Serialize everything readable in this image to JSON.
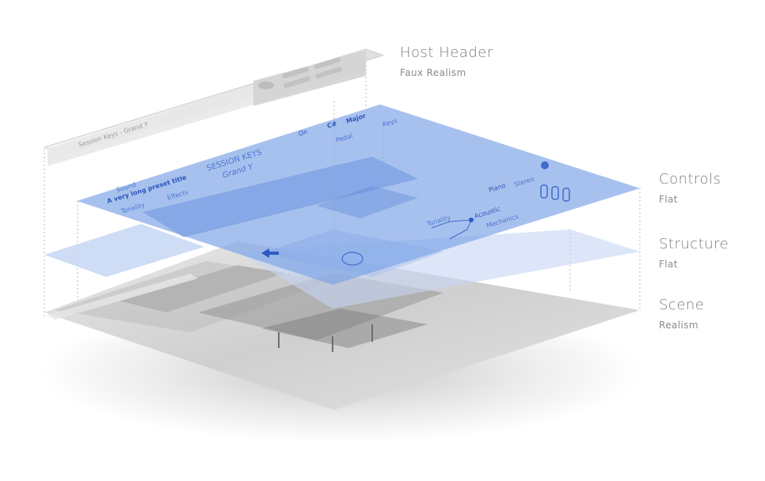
{
  "layers": [
    {
      "id": "host-header",
      "title": "Host Header",
      "subtitle": "Faux Realism"
    },
    {
      "id": "controls",
      "title": "Controls",
      "subtitle": "Flat"
    },
    {
      "id": "structure",
      "title": "Structure",
      "subtitle": "Flat"
    },
    {
      "id": "scene",
      "title": "Scene",
      "subtitle": "Realism"
    }
  ],
  "controls_ui": {
    "brand_line1": "SESSION KEYS",
    "brand_line2": "Grand Y",
    "preset_name": "A very long preset title",
    "sound_label": "Sound",
    "tonality_label": "Tonality",
    "effects_label": "Effects",
    "on_label": "On",
    "key_label": "C#",
    "scale_label": "Major",
    "voices_label": "Keys",
    "pedal_label": "Pedal",
    "stereo_label": "Stereo",
    "acoustic_label": "Acoustic",
    "mechanics_label": "Mechanics",
    "piano_label": "Piano",
    "tonality_knob_label": "Tonality"
  },
  "host_ui": {
    "title_text": "Session Keys - Grand Y"
  },
  "colors": {
    "controls_fill": "#7ea3e8",
    "structure_fill": "#c6d6f3",
    "scene_fill": "#d8d8d8",
    "host_fill": "#ededed",
    "label_text": "#7a7a7a",
    "guide_line": "#b8b8b8"
  }
}
